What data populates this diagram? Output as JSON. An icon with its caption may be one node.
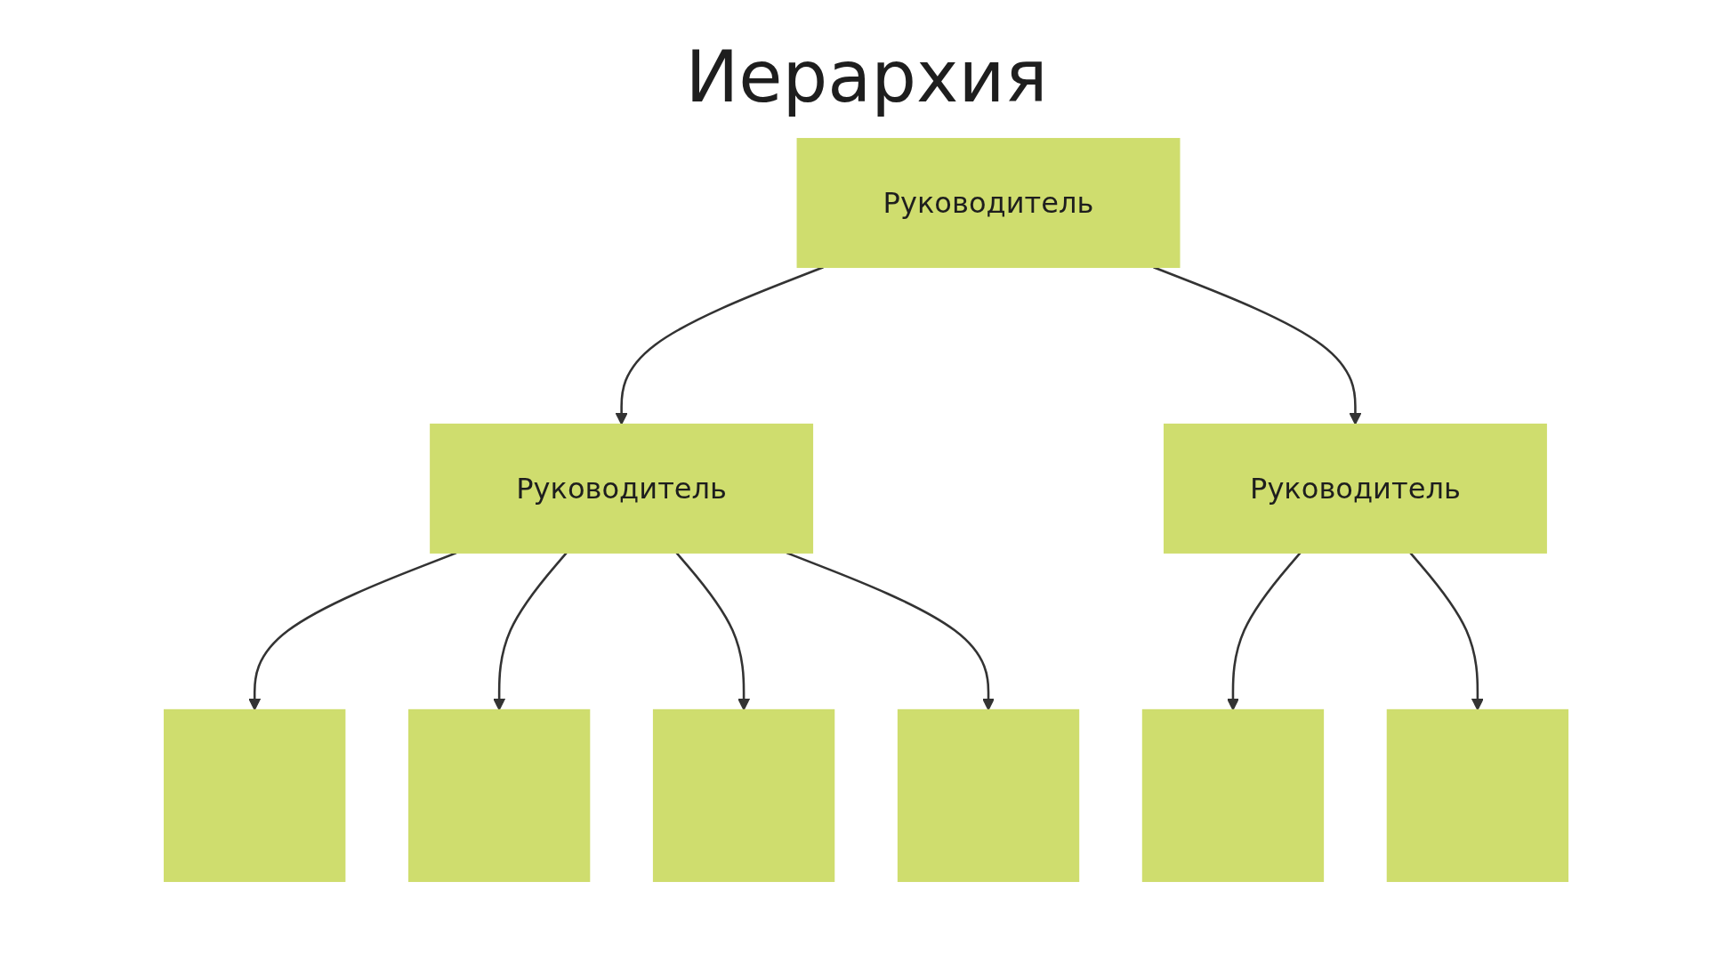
{
  "diagram": {
    "title": "Иерархия",
    "nodes": [
      {
        "text": [
          "Руководитель"
        ]
      },
      {
        "text": [
          "Руководитель"
        ]
      },
      {
        "text": [
          "Руководитель"
        ]
      },
      {
        "text": [],
        "shape": "box"
      },
      {
        "text": [],
        "shape": "box"
      },
      {
        "text": [],
        "shape": "box"
      },
      {
        "text": [],
        "shape": "box"
      },
      {
        "text": [],
        "shape": "box"
      },
      {
        "text": [],
        "shape": "box"
      }
    ],
    "edges": [
      {
        "from": 0,
        "to": 1,
        "arrow": "to"
      },
      {
        "from": 0,
        "to": 2,
        "arrow": "to"
      },
      {
        "from": 1,
        "to": 3,
        "arrow": "to"
      },
      {
        "from": 1,
        "to": 4,
        "arrow": "to"
      },
      {
        "from": 1,
        "to": 5,
        "arrow": "to"
      },
      {
        "from": 1,
        "to": 6,
        "arrow": "to"
      },
      {
        "from": 2,
        "to": 7,
        "arrow": "to"
      },
      {
        "from": 2,
        "to": 8,
        "arrow": "to"
      }
    ]
  }
}
